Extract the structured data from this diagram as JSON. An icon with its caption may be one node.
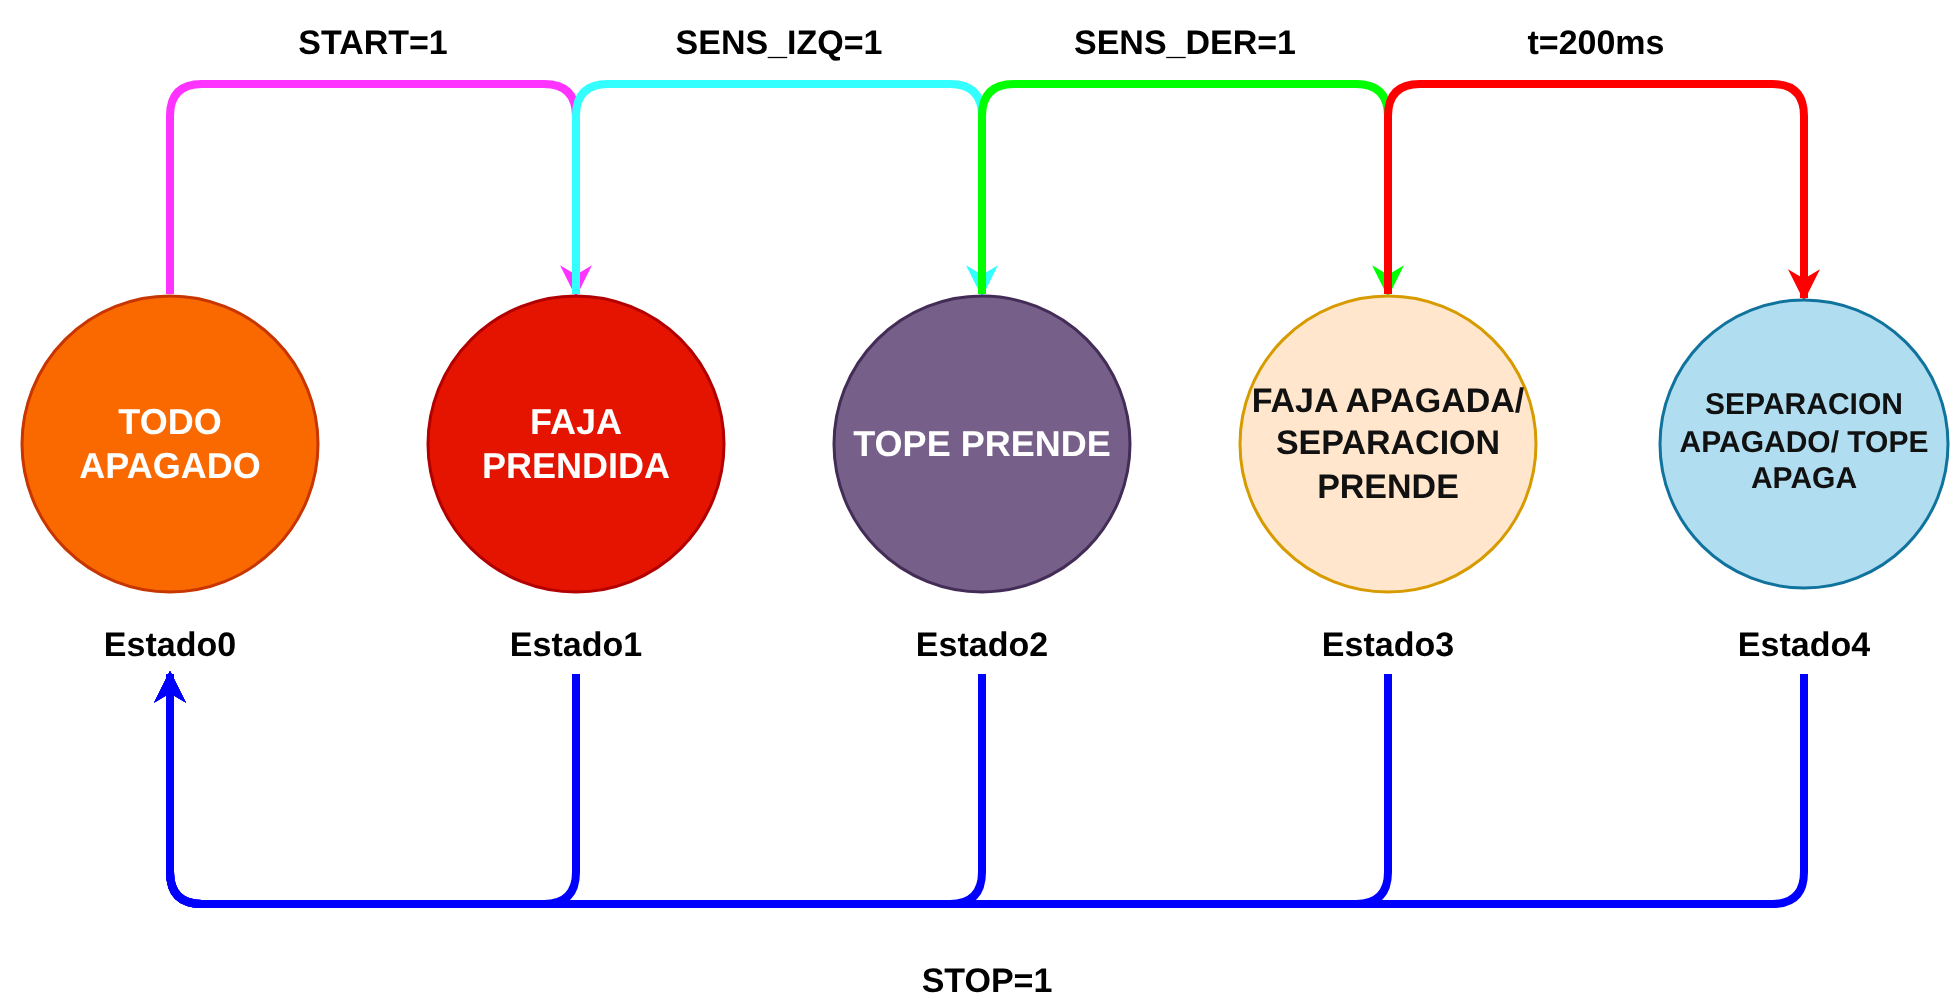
{
  "diagram": {
    "nodes": [
      {
        "text": [
          "TODO APAGADO"
        ],
        "beside": [
          "Estado0"
        ]
      },
      {
        "text": [
          "FAJA PRENDIDA"
        ],
        "beside": [
          "Estado1"
        ]
      },
      {
        "text": [
          "TOPE PRENDE"
        ],
        "beside": [
          "Estado2"
        ]
      },
      {
        "text": [
          "FAJA APAGADA/ SEPARACION PRENDE"
        ],
        "beside": [
          "Estado3"
        ]
      },
      {
        "text": [
          "SEPARACION APAGADO/ TOPE APAGA"
        ],
        "beside": [
          "Estado4"
        ]
      }
    ],
    "edges": [
      {
        "from": 0,
        "to": 1,
        "arrow": "to",
        "label": "START=1",
        "color": "#ff33ff"
      },
      {
        "from": 1,
        "to": 2,
        "arrow": "to",
        "label": "SENS_IZQ=1",
        "color": "#33ffff"
      },
      {
        "from": 2,
        "to": 3,
        "arrow": "to",
        "label": "SENS_DER=1",
        "color": "#00ff00"
      },
      {
        "from": 3,
        "to": 4,
        "arrow": "to",
        "label": "t=200ms",
        "color": "#ff0000"
      },
      {
        "from": 4,
        "to": 0,
        "arrow": "to",
        "label": "STOP=1"
      },
      {
        "from": 3,
        "to": 0,
        "arrow": "to"
      },
      {
        "from": 2,
        "to": 0,
        "arrow": "to"
      },
      {
        "from": 1,
        "to": 0,
        "arrow": "to"
      }
    ]
  }
}
